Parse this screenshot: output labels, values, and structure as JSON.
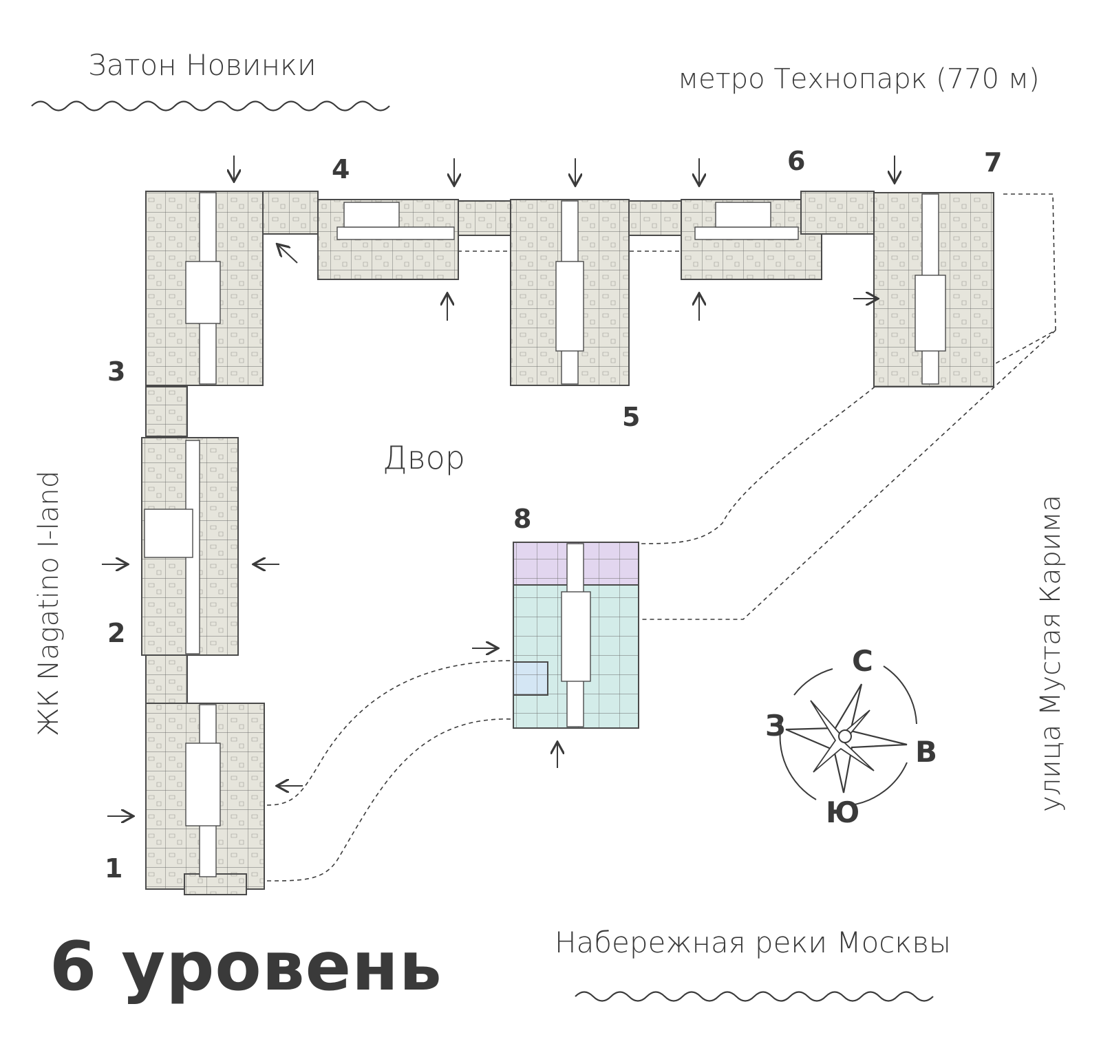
{
  "labels": {
    "top_left": "Затон Новинки",
    "top_right": "метро Технопарк (770 м)",
    "bottom": "Набережная реки Москвы",
    "left_vertical": "ЖК Nagatino I-land",
    "right_vertical": "улица Мустая Карима",
    "courtyard": "Двор",
    "level": "6 уровень"
  },
  "sections": [
    "1",
    "2",
    "3",
    "4",
    "5",
    "6",
    "7",
    "8"
  ],
  "compass": {
    "north": "С",
    "south": "Ю",
    "west": "З",
    "east": "В"
  },
  "colors": {
    "text": "#3a3a3a",
    "building_fill": "#e6e5dc",
    "building_line": "#555555",
    "corridor": "#ffffff",
    "highlight_purple": "#e2d6ef",
    "highlight_teal": "#d3ece9",
    "highlight_blue": "#d4e6f4"
  }
}
